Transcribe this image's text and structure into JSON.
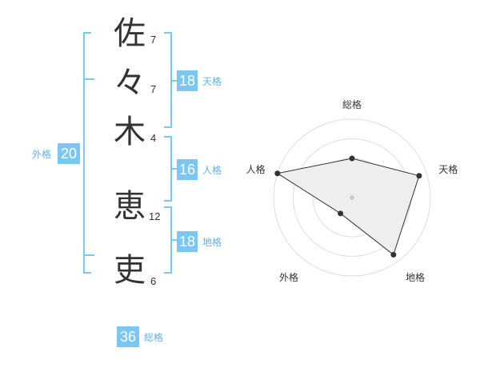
{
  "name": {
    "chars": [
      {
        "char": "佐",
        "strokes": "7"
      },
      {
        "char": "々",
        "strokes": "7"
      },
      {
        "char": "木",
        "strokes": "4"
      },
      {
        "char": "恵",
        "strokes": "12"
      },
      {
        "char": "吏",
        "strokes": "6"
      }
    ]
  },
  "kakusu": {
    "tenkaku": {
      "value": "18",
      "label": "天格"
    },
    "jinkaku": {
      "value": "16",
      "label": "人格"
    },
    "chikaku": {
      "value": "18",
      "label": "地格"
    },
    "gaikaku": {
      "value": "20",
      "label": "外格"
    },
    "soukaku": {
      "value": "36",
      "label": "総格"
    }
  },
  "colors": {
    "accent": "#7cc7f2",
    "accent_text": "#5fb3e6",
    "fill": "#eeeeee",
    "line": "#333333"
  },
  "chart_data": {
    "type": "radar",
    "axes": [
      "総格",
      "天格",
      "地格",
      "外格",
      "人格"
    ],
    "values": [
      0.5,
      0.9,
      0.9,
      0.25,
      1.0
    ],
    "range": [
      0,
      1
    ],
    "rings": 4
  }
}
